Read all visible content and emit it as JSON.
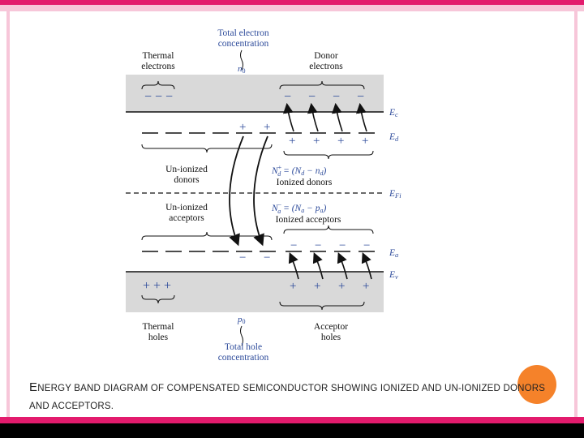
{
  "colors": {
    "accent_pink": "#e31b6d",
    "accent_light_pink": "#f7c6d9",
    "accent_orange": "#f5822a",
    "band_gray": "#d9d9d9",
    "label_blue": "#2c4a9a"
  },
  "diagram": {
    "top_label_line1": "Total electron",
    "top_label_line2": "concentration",
    "top_label_symbol": "n",
    "top_label_subscript": "0",
    "thermal_electrons_line1": "Thermal",
    "thermal_electrons_line2": "electrons",
    "donor_electrons_line1": "Donor",
    "donor_electrons_line2": "electrons",
    "energy_ec": "E",
    "energy_ec_sub": "c",
    "energy_ed": "E",
    "energy_ed_sub": "d",
    "energy_efi": "E",
    "energy_efi_sub": "Fi",
    "energy_ea": "E",
    "energy_ea_sub": "a",
    "energy_ev": "E",
    "energy_ev_sub": "v",
    "unionized_donors_line1": "Un-ionized",
    "unionized_donors_line2": "donors",
    "ionized_donors_formula": "N",
    "ionized_donors_formula_sup": "+",
    "ionized_donors_formula_sub": "d",
    "ionized_donors_formula_rest": " = (N",
    "ionized_donors_formula_rest_sub": "d",
    "ionized_donors_formula_minus": " − n",
    "ionized_donors_formula_minus_sub": "d",
    "ionized_donors_formula_close": ")",
    "ionized_donors_label": "Ionized donors",
    "unionized_acceptors_line1": "Un-ionized",
    "unionized_acceptors_line2": "acceptors",
    "ionized_acceptors_formula": "N",
    "ionized_acceptors_formula_sup": "−",
    "ionized_acceptors_formula_sub": "a",
    "ionized_acceptors_formula_rest": " = (N",
    "ionized_acceptors_formula_rest_sub": "a",
    "ionized_acceptors_formula_minus": " − p",
    "ionized_acceptors_formula_minus_sub": "a",
    "ionized_acceptors_formula_close": ")",
    "ionized_acceptors_label": "Ionized acceptors",
    "bottom_label_symbol": "p",
    "bottom_label_subscript": "0",
    "thermal_holes_line1": "Thermal",
    "thermal_holes_line2": "holes",
    "acceptor_holes_line1": "Acceptor",
    "acceptor_holes_line2": "holes",
    "bottom_label_line1": "Total hole",
    "bottom_label_line2": "concentration",
    "minus_sign": "−",
    "plus_sign": "+",
    "thermal_electron_marks": "− − −",
    "thermal_hole_marks": "+ + +"
  },
  "caption": {
    "text": "Energy band diagram of compensated semiconductor showing ionized and un-ionized donors and acceptors."
  }
}
